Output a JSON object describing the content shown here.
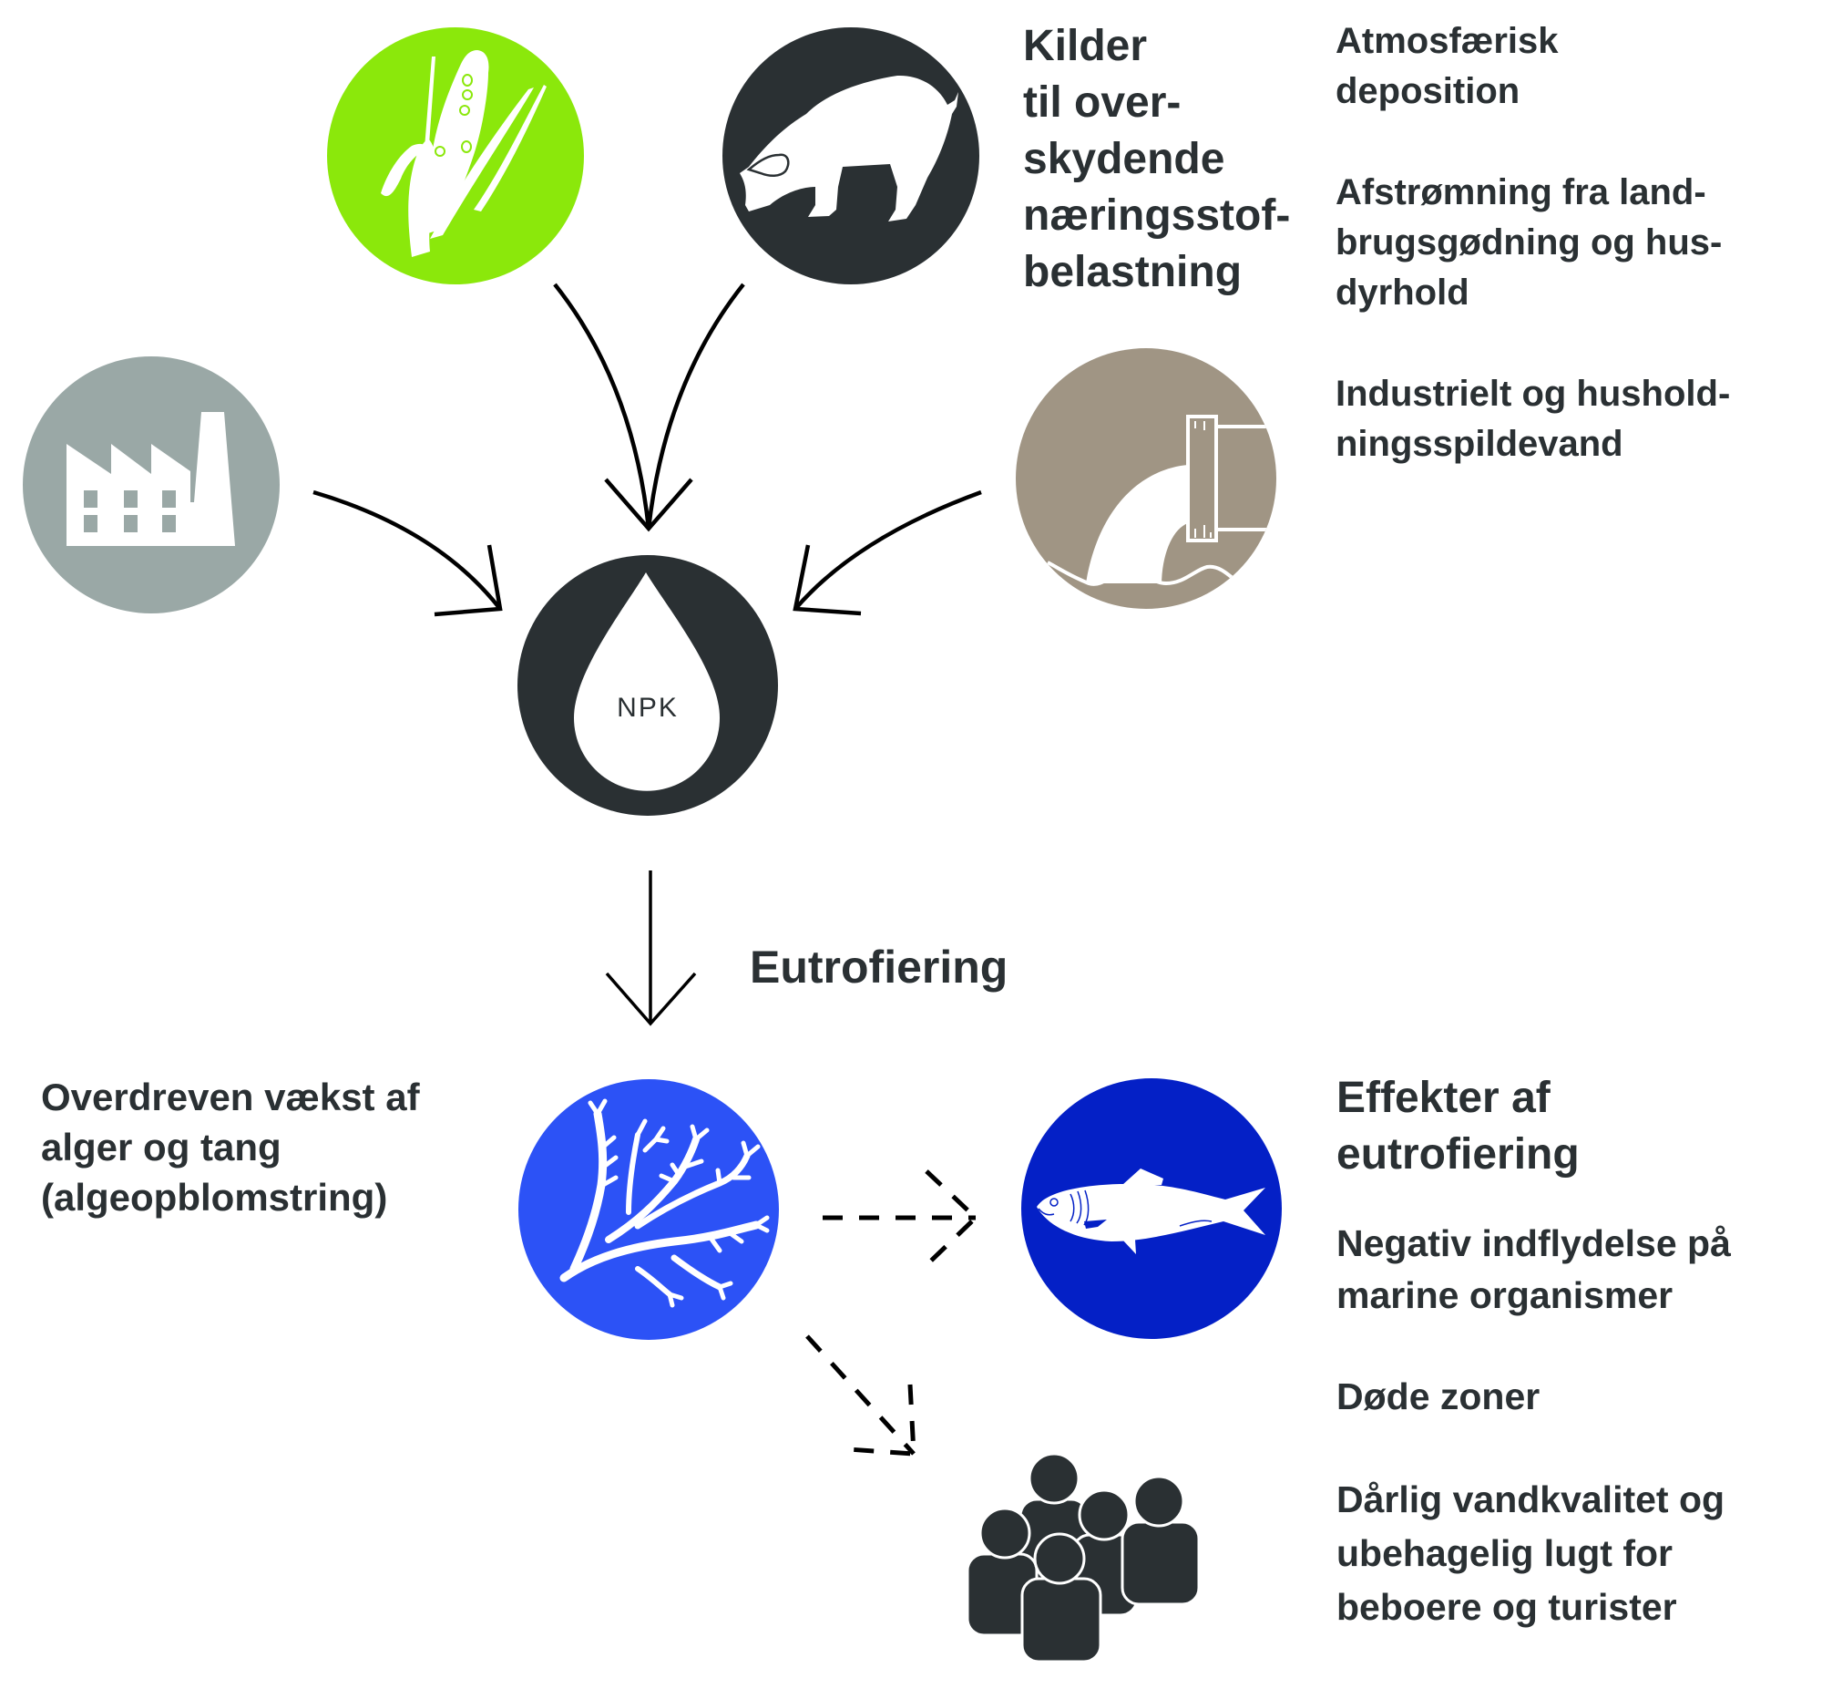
{
  "diagram": {
    "sources_heading": {
      "lines": [
        "Kilder",
        "til over-",
        "skydende",
        "næringsstof-",
        "belastning"
      ]
    },
    "sources": [
      {
        "label_lines": [
          "Atmosfærisk",
          "deposition"
        ]
      },
      {
        "label_lines": [
          "Afstrømning fra land-",
          "brugsgødning og hus-",
          "dyrhold"
        ]
      },
      {
        "label_lines": [
          "Industrielt og hushold-",
          "ningsspildevand"
        ]
      }
    ],
    "source_icons": [
      {
        "name": "corn",
        "color": "#8be80b"
      },
      {
        "name": "pig",
        "color": "#2a3033"
      },
      {
        "name": "factory",
        "color": "#9aa8a6"
      },
      {
        "name": "outlet-pipe",
        "color": "#a09584"
      }
    ],
    "nutrient_node": {
      "label": "NPK",
      "color": "#2a3033"
    },
    "process_label": "Eutrofiering",
    "algae_node": {
      "icon": "seaweed",
      "color": "#2c52f6",
      "label_lines": [
        "Overdreven vækst af",
        "alger og tang",
        "(algeopblomstring)"
      ]
    },
    "effects_heading": {
      "lines": [
        "Effekter af",
        "eutrofiering"
      ]
    },
    "effects": [
      {
        "icon": "fish",
        "color": "#0420c6",
        "label_lines": [
          "Negativ indflydelse på",
          "marine organismer"
        ]
      },
      {
        "label_lines": [
          "Døde zoner"
        ]
      },
      {
        "icon": "people-group",
        "color": "#2a3033",
        "label_lines": [
          "Dårlig vandkvalitet og",
          "ubehagelig lugt for",
          "beboere og turister"
        ]
      }
    ],
    "text_color": "#2a3033",
    "arrow_color": "#000000"
  }
}
